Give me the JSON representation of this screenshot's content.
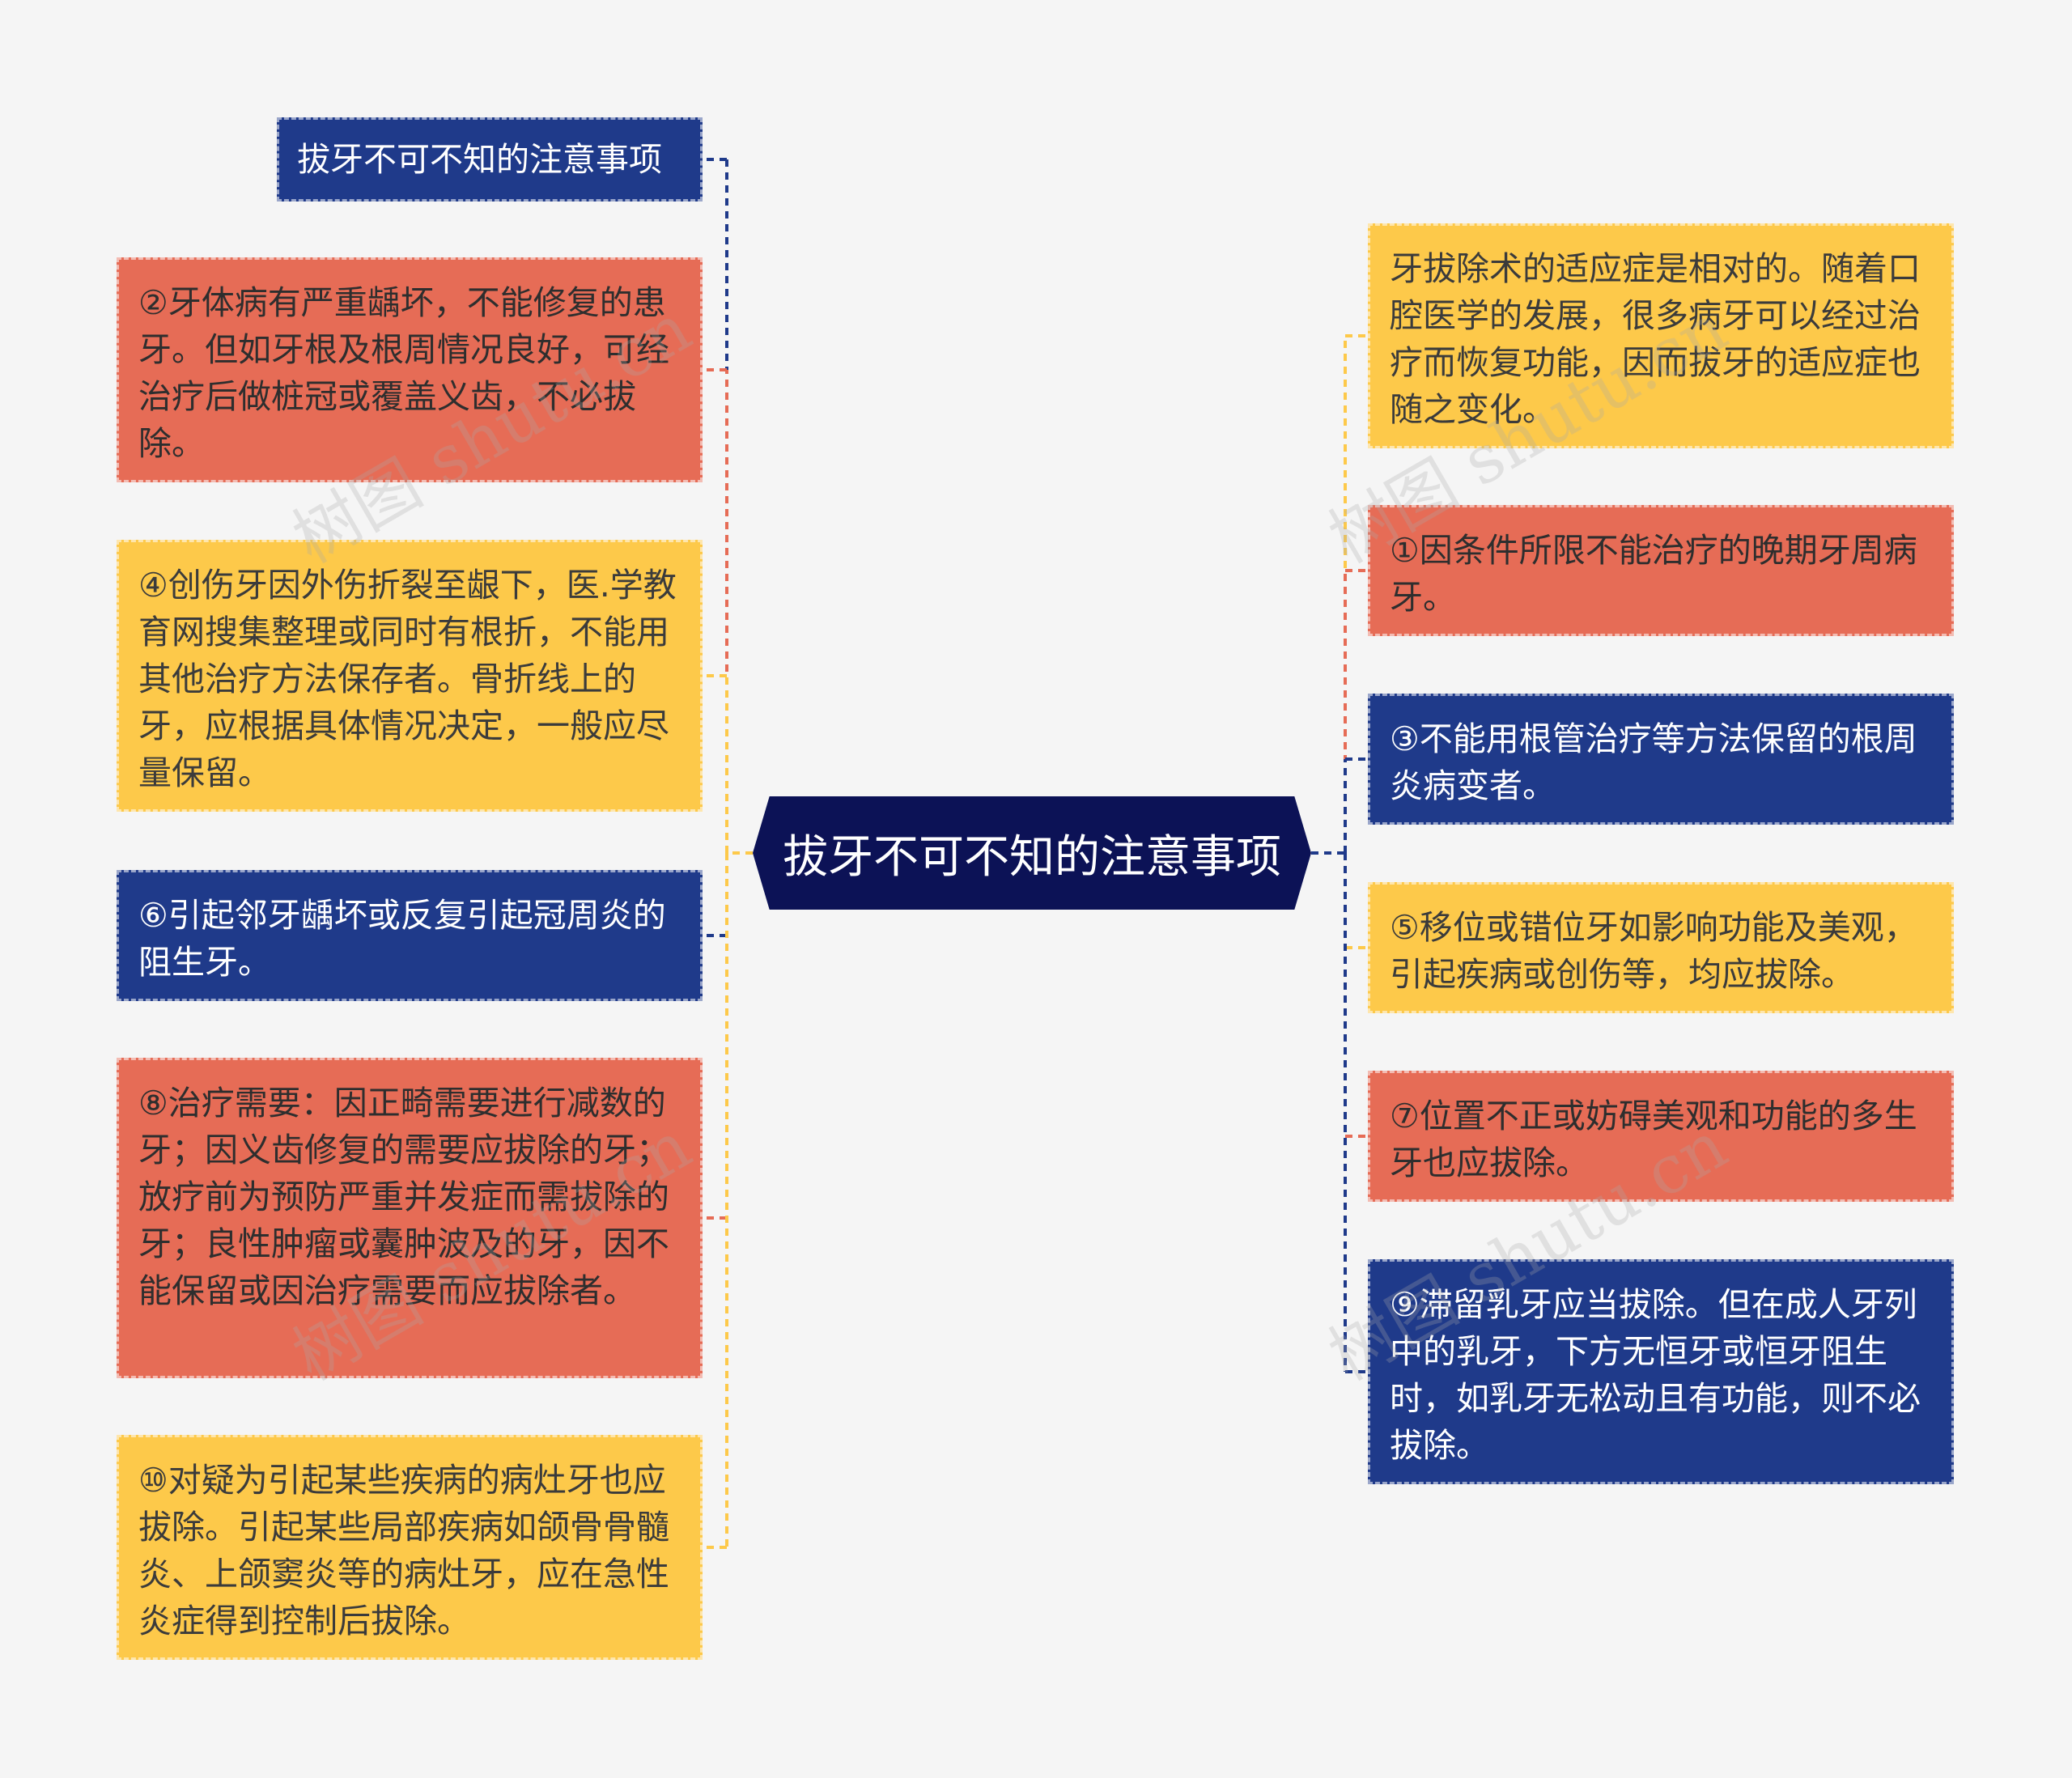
{
  "center": {
    "label": "拔牙不可不知的注意事项"
  },
  "colors": {
    "yellow": "#fdc94a",
    "red": "#e66c56",
    "blue": "#1f3a8a",
    "center": "#0c1256"
  },
  "left_nodes": [
    {
      "id": "L0",
      "color": "blue",
      "text": "拔牙不可不知的注意事项"
    },
    {
      "id": "L1",
      "color": "red",
      "text": "②牙体病有严重龋坏，不能修复的患牙。但如牙根及根周情况良好，可经治疗后做桩冠或覆盖义齿，不必拔除。"
    },
    {
      "id": "L2",
      "color": "yellow",
      "text": "④创伤牙因外伤折裂至龈下，医.学教育网搜集整理或同时有根折，不能用其他治疗方法保存者。骨折线上的牙，应根据具体情况决定，一般应尽量保留。"
    },
    {
      "id": "L3",
      "color": "blue",
      "text": "⑥引起邻牙龋坏或反复引起冠周炎的阻生牙。"
    },
    {
      "id": "L4",
      "color": "red",
      "text": "⑧治疗需要：因正畸需要进行减数的牙；因义齿修复的需要应拔除的牙；放疗前为预防严重并发症而需拔除的牙；良性肿瘤或囊肿波及的牙，因不能保留或因治疗需要而应拔除者。"
    },
    {
      "id": "L5",
      "color": "yellow",
      "text": "⑩对疑为引起某些疾病的病灶牙也应拔除。引起某些局部疾病如颌骨骨髓炎、上颌窦炎等的病灶牙，应在急性炎症得到控制后拔除。"
    }
  ],
  "right_nodes": [
    {
      "id": "R0",
      "color": "yellow",
      "text": "牙拔除术的适应症是相对的。随着口腔医学的发展，很多病牙可以经过治疗而恢复功能，因而拔牙的适应症也随之变化。"
    },
    {
      "id": "R1",
      "color": "red",
      "text": "①因条件所限不能治疗的晚期牙周病牙。"
    },
    {
      "id": "R2",
      "color": "blue",
      "text": "③不能用根管治疗等方法保留的根周炎病变者。"
    },
    {
      "id": "R3",
      "color": "yellow",
      "text": "⑤移位或错位牙如影响功能及美观，引起疾病或创伤等，均应拔除。"
    },
    {
      "id": "R4",
      "color": "red",
      "text": "⑦位置不正或妨碍美观和功能的多生牙也应拔除。"
    },
    {
      "id": "R5",
      "color": "blue",
      "text": "⑨滞留乳牙应当拔除。但在成人牙列中的乳牙，下方无恒牙或恒牙阻生时，如乳牙无松动且有功能，则不必拔除。"
    }
  ],
  "watermarks": [
    "树图 shutu.cn",
    "树图 shutu.cn",
    "树图 shutu.cn",
    "树图 shutu.cn"
  ]
}
